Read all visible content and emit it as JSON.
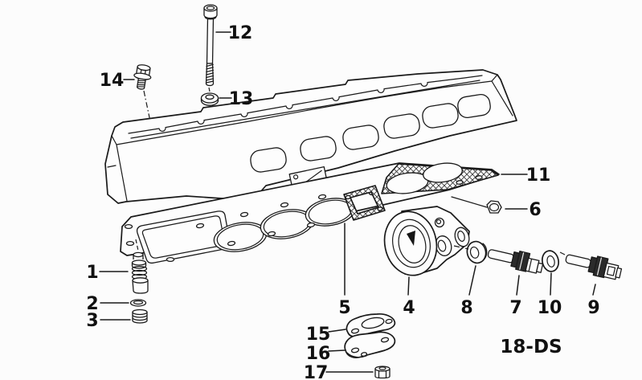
{
  "diagram": {
    "code": "18-DS",
    "callouts": [
      "1",
      "2",
      "3",
      "4",
      "5",
      "6",
      "7",
      "8",
      "9",
      "10",
      "11",
      "12",
      "13",
      "14",
      "15",
      "16",
      "17"
    ]
  },
  "colors": {
    "background": "#fcfcfc",
    "line": "#1a1a1a"
  }
}
